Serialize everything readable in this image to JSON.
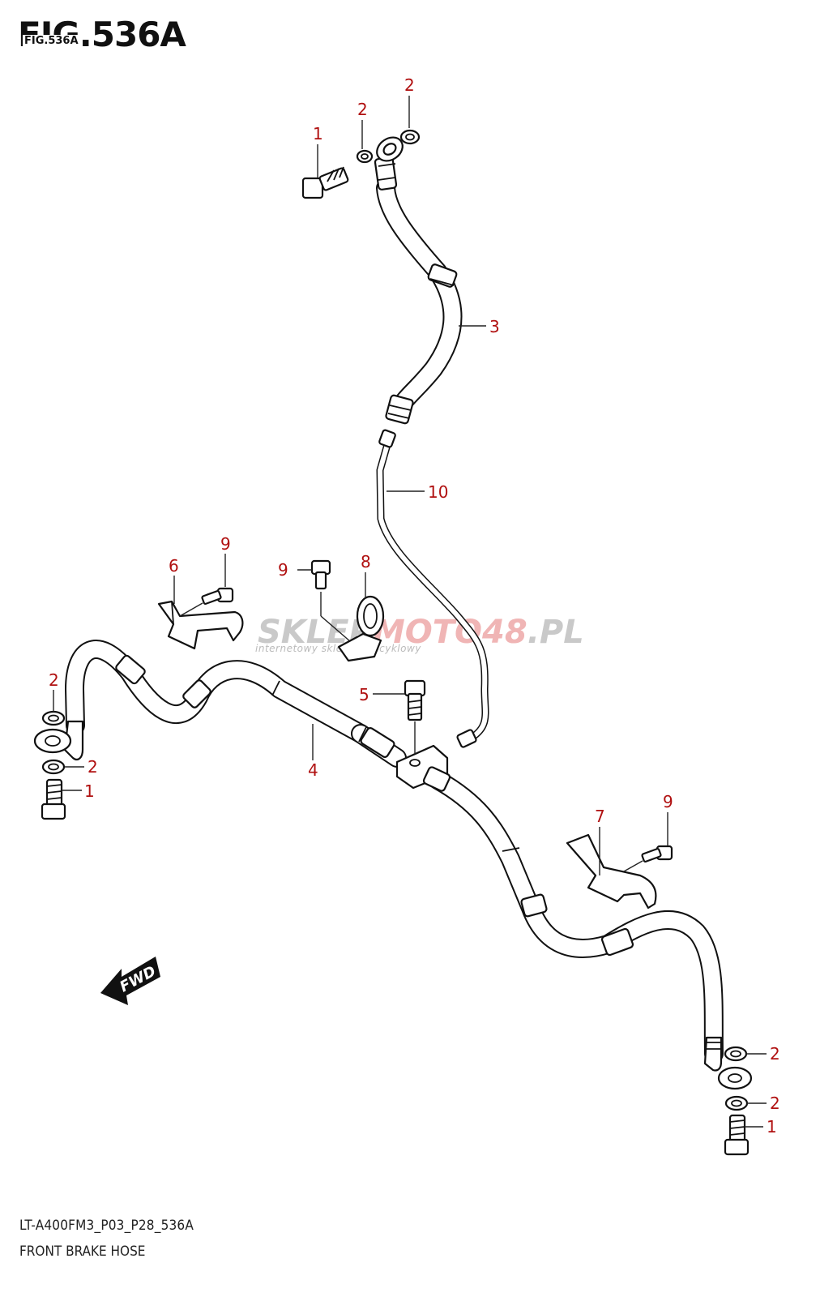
{
  "figure": {
    "title": "FIG.536A",
    "subtitle_overlap": "FIG.536A",
    "footer_code": "LT-A400FM3_P03_P28_536A",
    "footer_name": "FRONT BRAKE HOSE"
  },
  "watermark": {
    "brand_prefix": "SKLEP",
    "brand_mid": "MOTO",
    "brand_num": "48",
    "brand_suffix": ".PL",
    "tagline": "internetowy sklep motocyklowy"
  },
  "direction_badge": "FWD",
  "callouts": [
    {
      "id": "c1-top",
      "label": "1"
    },
    {
      "id": "c2-top-a",
      "label": "2"
    },
    {
      "id": "c2-top-b",
      "label": "2"
    },
    {
      "id": "c3",
      "label": "3"
    },
    {
      "id": "c10",
      "label": "10"
    },
    {
      "id": "c9-a",
      "label": "9"
    },
    {
      "id": "c6",
      "label": "6"
    },
    {
      "id": "c9-b",
      "label": "9"
    },
    {
      "id": "c8",
      "label": "8"
    },
    {
      "id": "c2-left-a",
      "label": "2"
    },
    {
      "id": "c2-left-b",
      "label": "2"
    },
    {
      "id": "c1-left",
      "label": "1"
    },
    {
      "id": "c5",
      "label": "5"
    },
    {
      "id": "c4",
      "label": "4"
    },
    {
      "id": "c7",
      "label": "7"
    },
    {
      "id": "c9-c",
      "label": "9"
    },
    {
      "id": "c2-right-a",
      "label": "2"
    },
    {
      "id": "c2-right-b",
      "label": "2"
    },
    {
      "id": "c1-right",
      "label": "1"
    }
  ],
  "colors": {
    "callout": "#b01010",
    "line": "#111111",
    "watermark_grey": "#c9c9c9",
    "watermark_red": "#f0b5b5"
  }
}
